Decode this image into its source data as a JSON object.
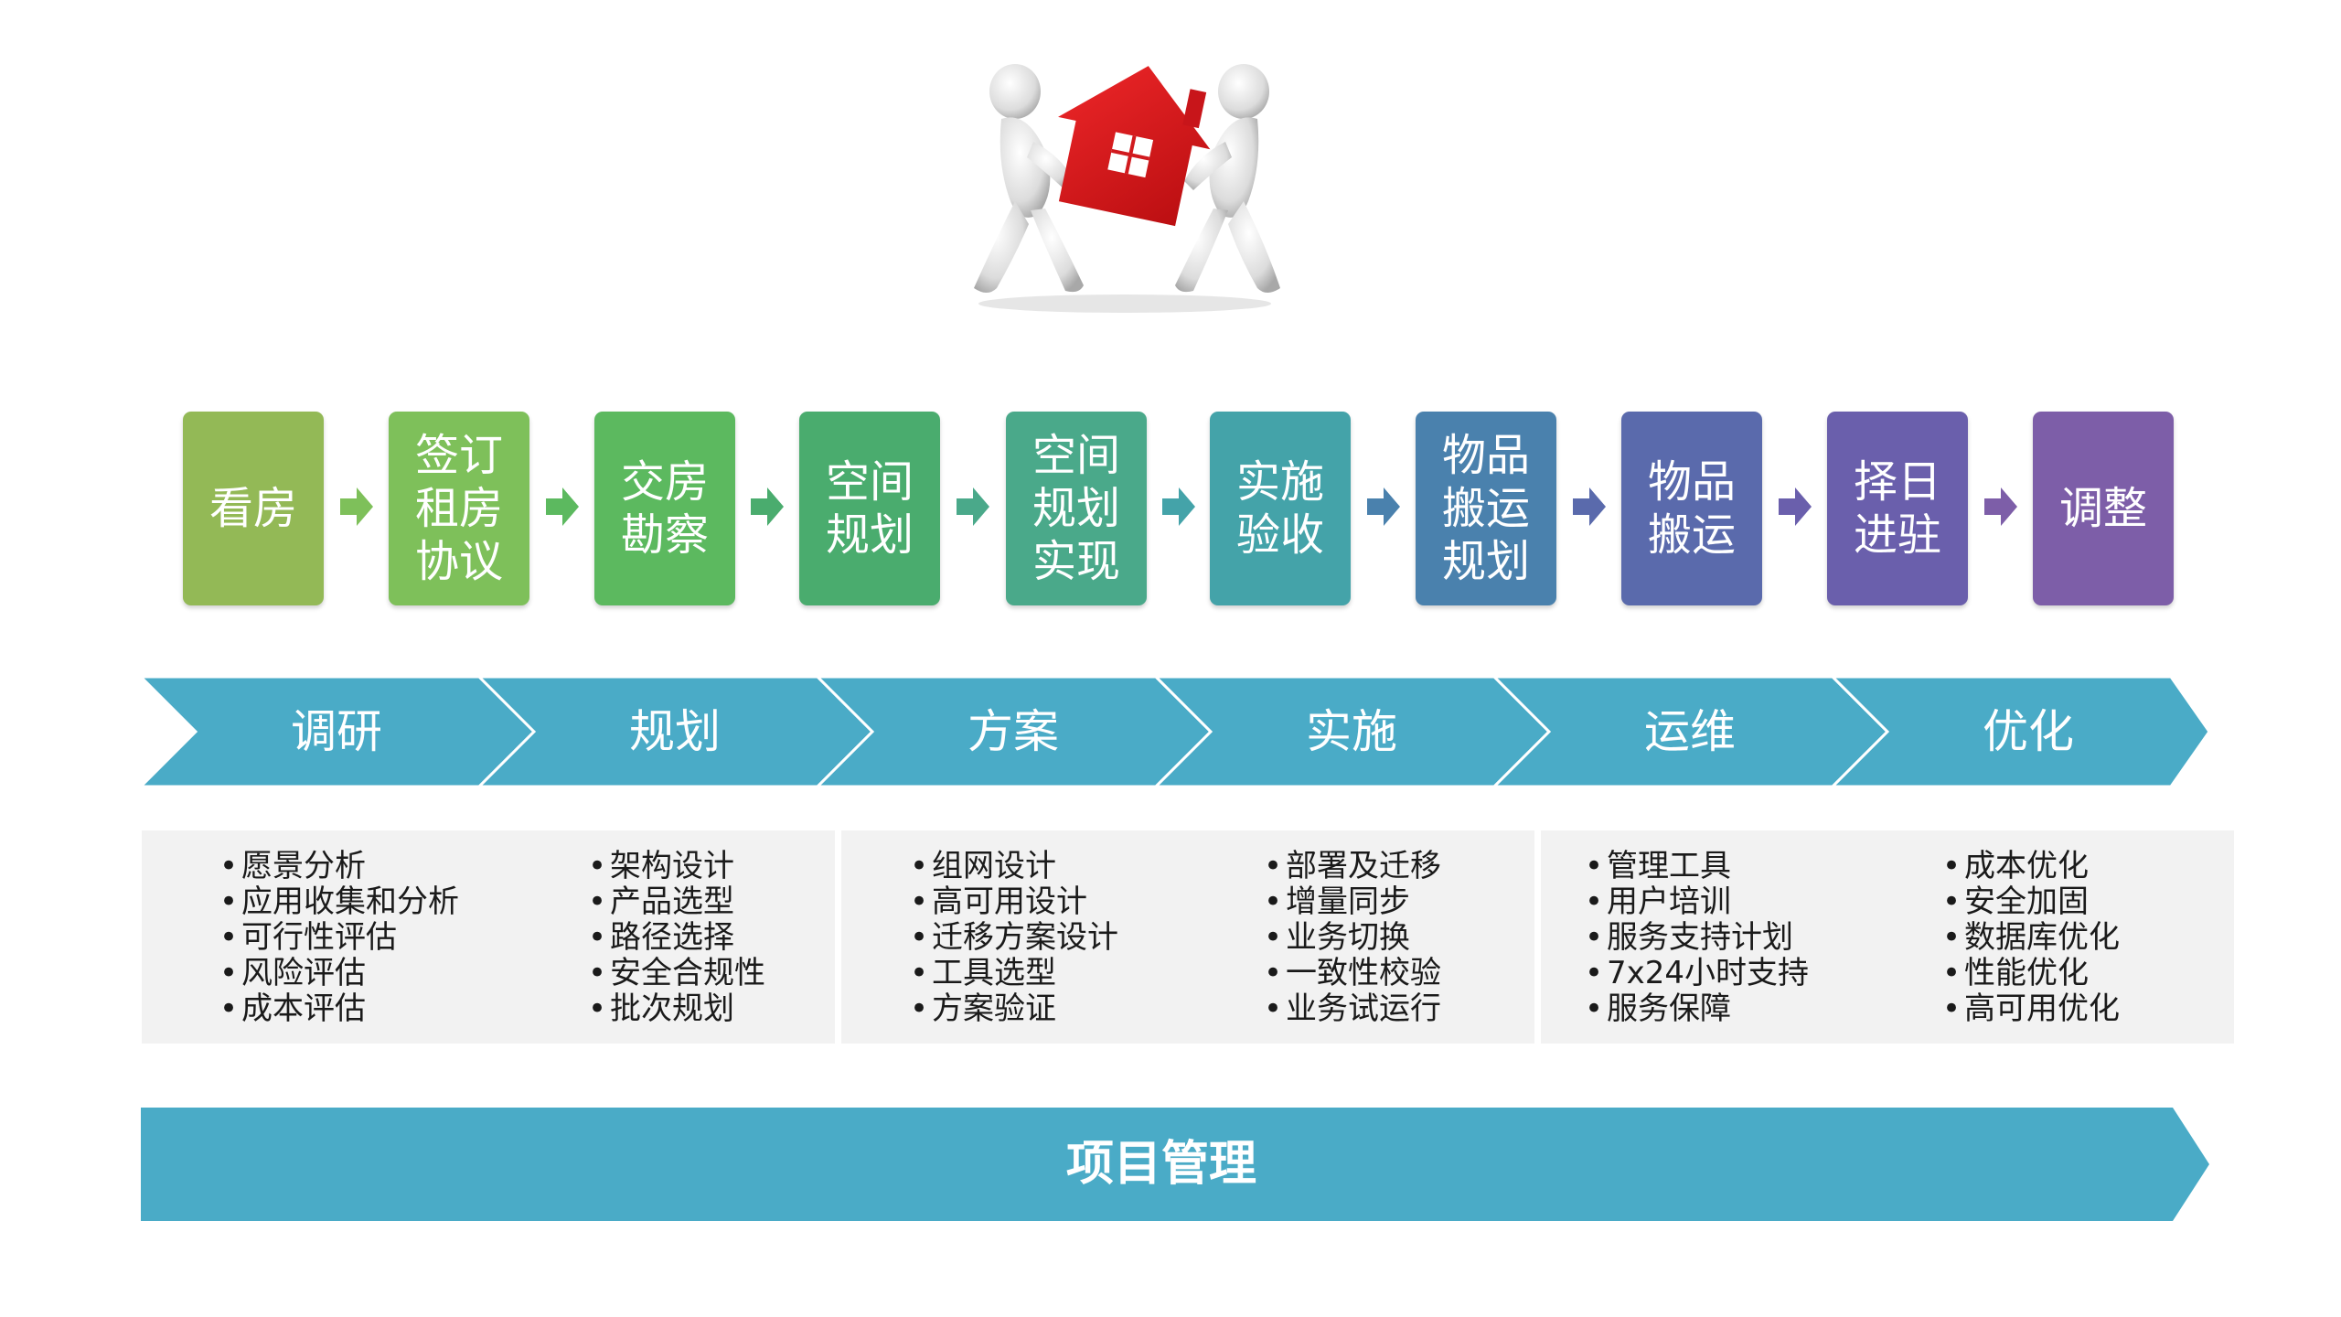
{
  "steps": [
    {
      "label": "看房",
      "color": "#93b956"
    },
    {
      "label": "签订租房协议",
      "color": "#7ec05a"
    },
    {
      "label": "交房勘察",
      "color": "#5cb95f"
    },
    {
      "label": "空间规划",
      "color": "#4aac6e"
    },
    {
      "label": "空间规划实现",
      "color": "#4aa98a"
    },
    {
      "label": "实施验收",
      "color": "#44a3a9"
    },
    {
      "label": "物品搬运规划",
      "color": "#4a81ad"
    },
    {
      "label": "物品搬运",
      "color": "#5a6aac"
    },
    {
      "label": "择日进驻",
      "color": "#6a5fac"
    },
    {
      "label": "调整",
      "color": "#7d5ea8"
    }
  ],
  "phases": [
    "调研",
    "规划",
    "方案",
    "实施",
    "运维",
    "优化"
  ],
  "phase_color": "#4aabc7",
  "tasks": [
    [
      "愿景分析",
      "应用收集和分析",
      "可行性评估",
      "风险评估",
      "成本评估"
    ],
    [
      "架构设计",
      "产品选型",
      "路径选择",
      "安全合规性",
      "批次规划"
    ],
    [
      "组网设计",
      "高可用设计",
      "迁移方案设计",
      "工具选型",
      "方案验证"
    ],
    [
      "部署及迁移",
      "增量同步",
      "业务切换",
      "一致性校验",
      "业务试运行"
    ],
    [
      "管理工具",
      "用户培训",
      "服务支持计划",
      "7x24小时支持",
      "服务保障"
    ],
    [
      "成本优化",
      "安全加固",
      "数据库优化",
      "性能优化",
      "高可用优化"
    ]
  ],
  "project_management": "项目管理",
  "icons": {
    "hero": "people-lifting-house-icon",
    "connector": "arrow-right-icon"
  }
}
